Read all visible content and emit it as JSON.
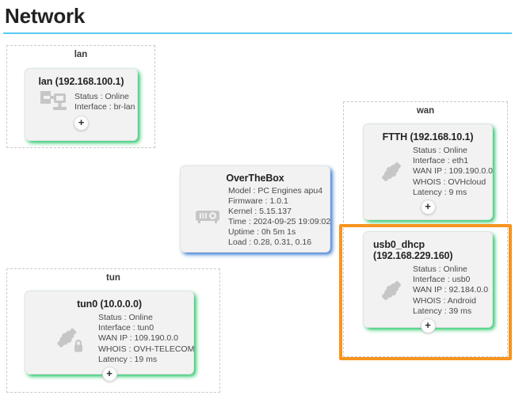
{
  "page": {
    "title": "Network",
    "accent_rule_color": "#5bc8f5",
    "highlight_color": "#f7941e",
    "online_color": "#00c853",
    "box_color": "#1565d8"
  },
  "groups": [
    {
      "id": "lan",
      "label": "lan"
    },
    {
      "id": "wan",
      "label": "wan"
    },
    {
      "id": "tun",
      "label": "tun"
    }
  ],
  "cards": {
    "lan": {
      "title": "lan (192.168.100.1)",
      "icon": "network-wired-icon",
      "add_label": "+",
      "props": [
        "Status : Online",
        "Interface : br-lan"
      ]
    },
    "ftth": {
      "title": "FTTH (192.168.10.1)",
      "icon": "plug-connected-icon",
      "add_label": "+",
      "props": [
        "Status : Online",
        "Interface : eth1",
        "WAN IP : 109.190.0.0",
        "WHOIS : OVHcloud",
        "Latency : 9 ms"
      ]
    },
    "usb0_dhcp": {
      "title": "usb0_dhcp (192.168.229.160)",
      "icon": "plug-connected-icon",
      "add_label": "+",
      "props": [
        "Status : Online",
        "Interface : usb0",
        "WAN IP : 92.184.0.0",
        "WHOIS : Android",
        "Latency : 39 ms"
      ]
    },
    "tun0": {
      "title": "tun0 (10.0.0.0)",
      "icon": "plug-connected-lock-icon",
      "add_label": "+",
      "props": [
        "Status : Online",
        "Interface : tun0",
        "WAN IP : 109.190.0.0",
        "WHOIS : OVH-TELECOM",
        "Latency : 19 ms"
      ]
    },
    "overthebox": {
      "title": "OverTheBox",
      "icon": "projector-icon",
      "props": [
        "Model : PC Engines apu4",
        "Firmware : 1.0.1",
        "Kernel : 5.15.137",
        "Time : 2024-09-25 19:09:02",
        "Uptime : 0h 5m 1s",
        "Load : 0.28, 0.31, 0.16"
      ]
    }
  }
}
